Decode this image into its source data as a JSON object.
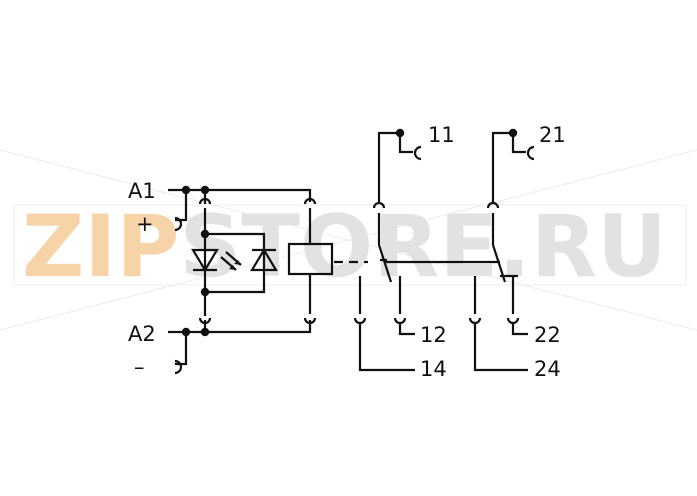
{
  "watermark": {
    "part1": "ZIP",
    "part2": "STORE.RU"
  },
  "terminals": {
    "a1": "A1",
    "a2": "A2",
    "plus": "+",
    "minus": "–",
    "t11": "11",
    "t21": "21",
    "t12": "12",
    "t14": "14",
    "t22": "22",
    "t24": "24"
  }
}
